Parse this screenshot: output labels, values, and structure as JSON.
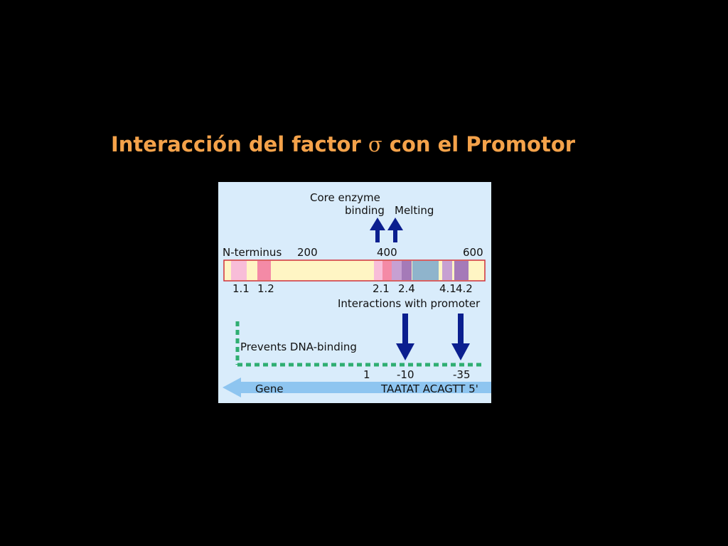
{
  "slide": {
    "title_prefix": "Interacción del factor",
    "title_symbol": "σ",
    "title_suffix": "con el Promotor",
    "title_color": "#f4a24a",
    "background": "#000000"
  },
  "figure": {
    "background": "#d9ecfb",
    "top_labels": {
      "core_line1": "Core enzyme",
      "core_line2": "binding",
      "melting": "Melting"
    },
    "scale_labels": {
      "n_terminus": "N-terminus",
      "s200": "200",
      "s400": "400",
      "s600": "600"
    },
    "region_labels": {
      "r11": "1.1",
      "r12": "1.2",
      "r21": "2.1",
      "r24": "2.4",
      "r41": "4.1",
      "r42": "4.2"
    },
    "interactions_label": "Interactions with promoter",
    "prevents_label": "Prevents DNA-binding",
    "promoter_positions": {
      "p1": "1",
      "p10": "-10",
      "p35": "-35"
    },
    "gene_label": "Gene",
    "sequence_label": "TAATAT ACAGTT 5'",
    "colors": {
      "bar_fill": "#fff5c4",
      "bar_border": "#d0303a",
      "pink_light": "#f8bdd8",
      "pink": "#f48aa6",
      "purple_light": "#c7a0d2",
      "purple": "#a57ab8",
      "teal": "#8fb4cc",
      "arrow": "#0b1f8f",
      "dashed": "#2fae72",
      "gene_arrow": "#8ec5f0"
    }
  }
}
